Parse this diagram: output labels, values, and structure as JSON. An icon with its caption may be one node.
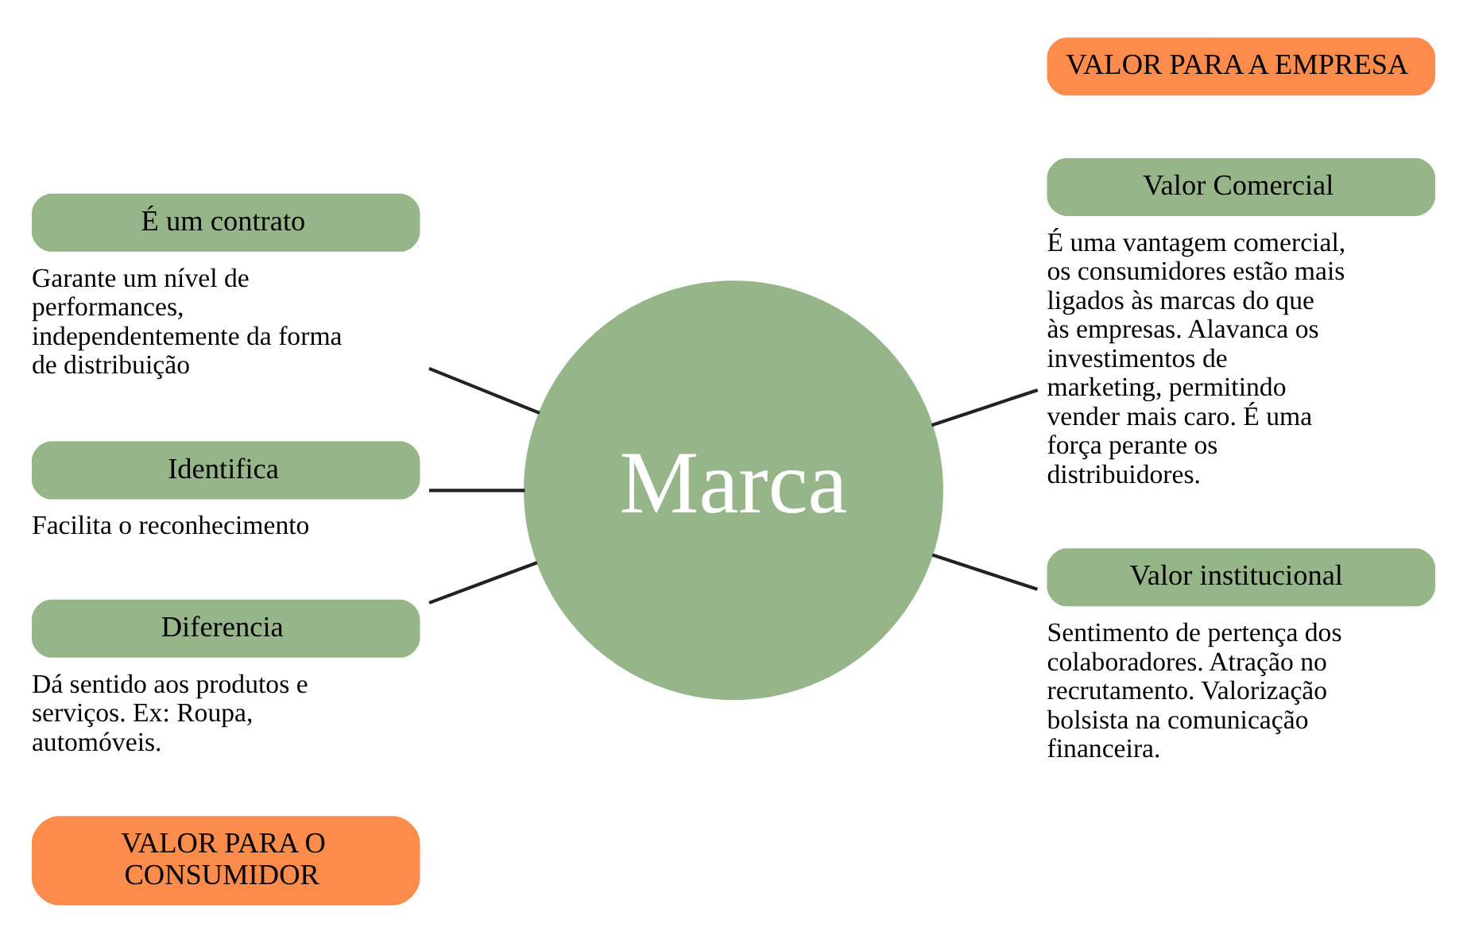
{
  "diagram": {
    "nodes": [
      {
        "text": [
          "Marca"
        ]
      },
      {
        "text": [
          "VALOR PARA O CONSUMIDOR"
        ]
      },
      {
        "text": [
          "É um contrato"
        ],
        "beside": [
          "Garante um nível de performances, independentemente da forma de distribuição"
        ]
      },
      {
        "text": [
          "Identifica"
        ],
        "beside": [
          "Facilita o reconhecimento"
        ]
      },
      {
        "text": [
          "Diferencia"
        ],
        "beside": [
          "Dá sentido aos produtos e serviços. Ex: Roupa, automóveis."
        ]
      },
      {
        "text": [
          "VALOR PARA A EMPRESA"
        ]
      },
      {
        "text": [
          "Valor Comercial"
        ],
        "beside": [
          "É uma vantagem comercial, os consumidores estão mais ligados às marcas do que às empresas. Alavanca os investimentos de marketing, permitindo vender mais caro. É uma força perante os distribuidores."
        ]
      },
      {
        "text": [
          "Valor institucional"
        ],
        "beside": [
          "Sentimento de pertença dos colaboradores. Atração no recrutamento. Valorização bolsista na comunicação financeira."
        ]
      }
    ],
    "edges": [
      {
        "from": 2,
        "to": 0,
        "arrow": "none"
      },
      {
        "from": 3,
        "to": 0,
        "arrow": "none"
      },
      {
        "from": 4,
        "to": 0,
        "arrow": "none"
      },
      {
        "from": 0,
        "to": 6,
        "arrow": "none"
      },
      {
        "from": 0,
        "to": 7,
        "arrow": "none"
      }
    ]
  }
}
